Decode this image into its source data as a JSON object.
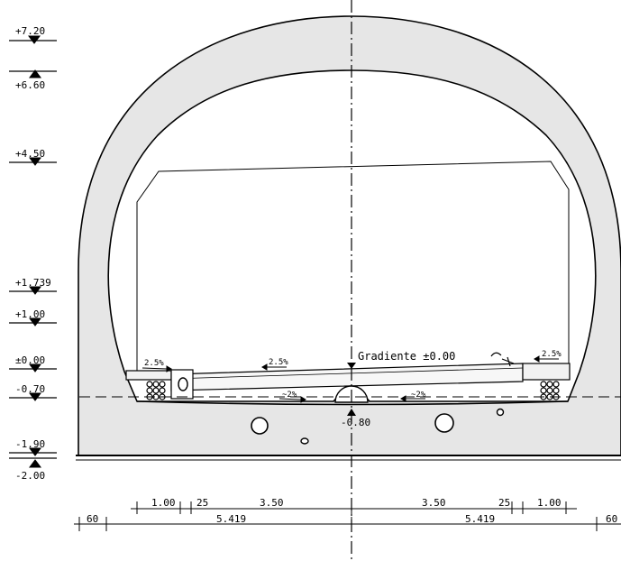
{
  "levels": [
    {
      "label": "+7.20",
      "type": "down"
    },
    {
      "label": "+6.60",
      "type": "up"
    },
    {
      "label": "+4.50",
      "type": "down"
    },
    {
      "label": "+1.739",
      "type": "down"
    },
    {
      "label": "+1.00",
      "type": "down"
    },
    {
      "label": "±0.00",
      "type": "down"
    },
    {
      "label": "-0.70",
      "type": "down"
    },
    {
      "label": "-1.90",
      "type": "down"
    },
    {
      "label": "-2.00",
      "type": "up"
    }
  ],
  "annotations": {
    "gradient": "Gradiente ±0.00",
    "invert": "-0.80",
    "slope_left_sidewalk": "2.5%",
    "slope_left_lane": "2.5%",
    "slope_right_sidewalk": "2.5%",
    "slope_left_base": "~2%",
    "slope_right_base": "~2%"
  },
  "dimensions": {
    "top_row": [
      "1.00",
      "25",
      "3.50",
      "3.50",
      "25",
      "1.00"
    ],
    "bottom_row": [
      "60",
      "5.419",
      "5.419",
      "60"
    ]
  }
}
